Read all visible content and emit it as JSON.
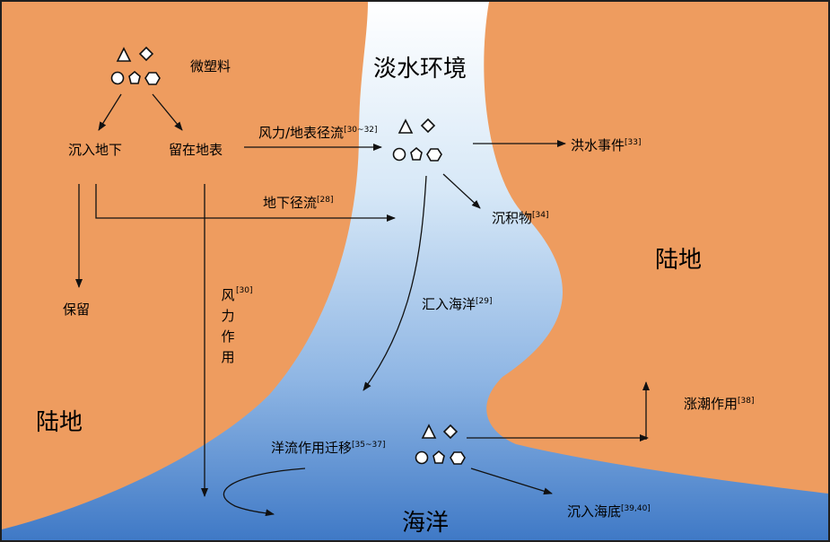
{
  "regions": {
    "freshwater": "淡水环境",
    "land_right": "陆地",
    "land_left": "陆地",
    "ocean": "海洋"
  },
  "labels": {
    "microplastics": "微塑料",
    "sink_underground": "沉入地下",
    "stay_surface": "留在地表",
    "retained": "保留",
    "wind_runoff": "风力/地表径流",
    "wind_runoff_ref": "[30~32]",
    "flood": "洪水事件",
    "flood_ref": "[33]",
    "groundwater": "地下径流",
    "groundwater_ref": "[28]",
    "sediment": "沉积物",
    "sediment_ref": "[34]",
    "into_ocean": "汇入海洋",
    "into_ocean_ref": "[29]",
    "wind_action": "风力作用",
    "wind_action_ref": "[30]",
    "tidal": "涨潮作用",
    "tidal_ref": "[38]",
    "current_migration": "洋流作用迁移",
    "current_migration_ref": "[35~37]",
    "seafloor": "沉入海底",
    "seafloor_ref": "[39,40]"
  },
  "colors": {
    "land": "#ee9c5f",
    "water_light": "#ffffff",
    "water_dark": "#3f79c6",
    "border": "#1f1f1f"
  }
}
